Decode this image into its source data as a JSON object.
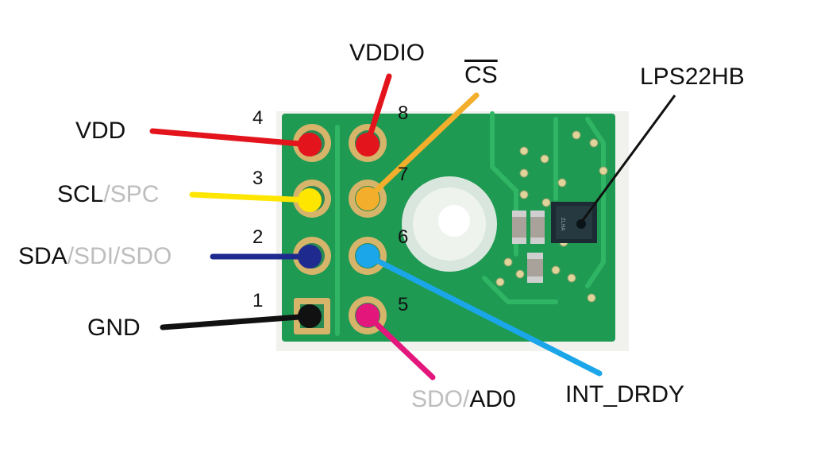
{
  "chip_label": "LPS22HB",
  "chip_marking": "ZLHA",
  "pins": [
    {
      "number": "1",
      "signal": "GND",
      "signal_alt": "",
      "alt_first": false,
      "wire_color": "#111111"
    },
    {
      "number": "2",
      "signal": "SDA",
      "signal_alt": "/SDI/SDO",
      "alt_first": false,
      "wire_color": "#1f2a8f"
    },
    {
      "number": "3",
      "signal": "SCL",
      "signal_alt": "/SPC",
      "alt_first": false,
      "wire_color": "#ffe600"
    },
    {
      "number": "4",
      "signal": "VDD",
      "signal_alt": "",
      "alt_first": false,
      "wire_color": "#e3141c"
    },
    {
      "number": "5",
      "signal": "AD0",
      "signal_alt": "SDO/",
      "alt_first": true,
      "wire_color": "#e3167c"
    },
    {
      "number": "6",
      "signal": "INT_DRDY",
      "signal_alt": "",
      "alt_first": false,
      "wire_color": "#1aa6e8"
    },
    {
      "number": "7",
      "signal": "CS",
      "signal_alt": "",
      "alt_first": false,
      "overline": true,
      "wire_color": "#f3ae2c"
    },
    {
      "number": "8",
      "signal": "VDDIO",
      "signal_alt": "",
      "alt_first": false,
      "wire_color": "#e3141c"
    }
  ],
  "colors": {
    "pcb": "#1e9a52",
    "pcb_light": "#34b067",
    "pad_gold": "#d6b46a",
    "board_edge": "#f1f1ee"
  }
}
